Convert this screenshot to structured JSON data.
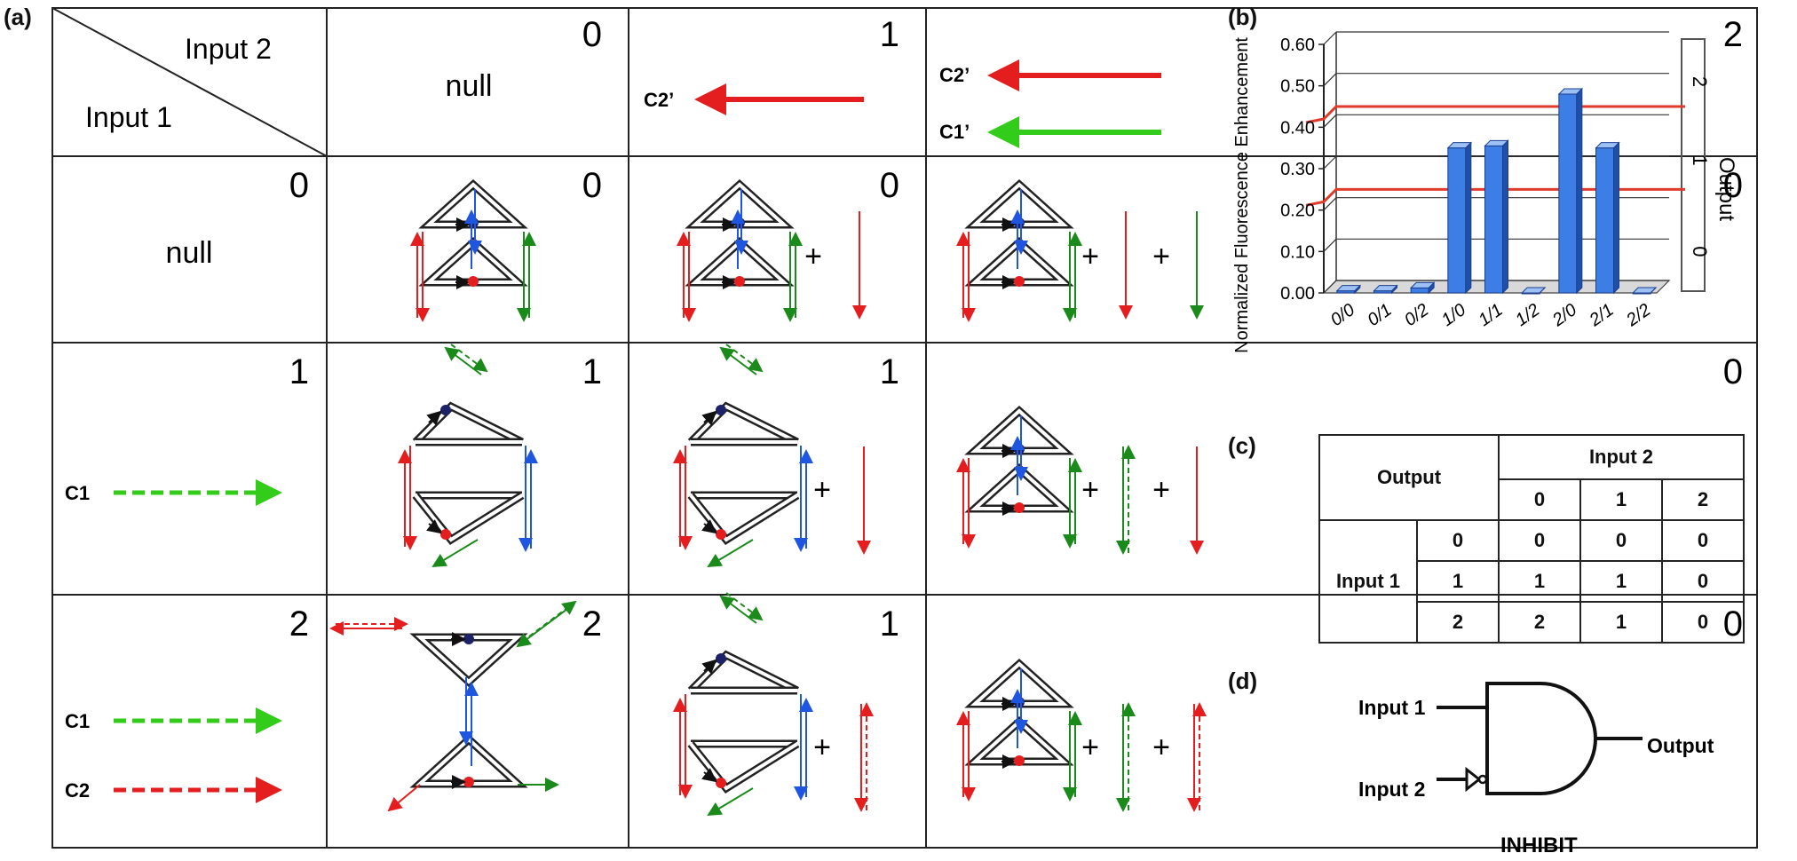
{
  "panel_a": {
    "label": "(a)",
    "header": {
      "input2": "Input 2",
      "input1": "Input 1"
    },
    "col_headers": [
      {
        "num": "0",
        "text": "null"
      },
      {
        "num": "1",
        "strand": "C2’"
      },
      {
        "num": "2",
        "strands": [
          "C2’",
          "C1’"
        ]
      }
    ],
    "row_headers": [
      {
        "num": "0",
        "text": "null"
      },
      {
        "num": "1",
        "strands": [
          "C1"
        ]
      },
      {
        "num": "2",
        "strands": [
          "C1",
          "C2"
        ]
      }
    ],
    "cells": [
      [
        "0",
        "0",
        "0"
      ],
      [
        "1",
        "1",
        "0"
      ],
      [
        "2",
        "1",
        "0"
      ]
    ],
    "plus": "+",
    "colors": {
      "red": "#e41e1e",
      "green": "#33cc1a",
      "blue": "#1f56e0",
      "dark_green": "#1a8a1a",
      "navy": "#1c2266"
    }
  },
  "panel_b": {
    "label": "(b)",
    "ylabel": "Normalized Fluorescence Enhancement",
    "ylabel_right": "Output",
    "chart_data": {
      "type": "bar",
      "categories": [
        "0/0",
        "0/1",
        "0/2",
        "1/0",
        "1/1",
        "1/2",
        "2/0",
        "2/1",
        "2/2"
      ],
      "values": [
        0.005,
        0.005,
        0.012,
        0.35,
        0.355,
        0.0,
        0.48,
        0.35,
        0.0
      ],
      "ylabel": "Normalized Fluorescence Enhancement",
      "ylim": [
        0,
        0.6
      ],
      "yticks": [
        "0.00",
        "0.10",
        "0.20",
        "0.30",
        "0.40",
        "0.50",
        "0.60"
      ],
      "right_axis": {
        "label": "Output",
        "levels": [
          "0",
          "1",
          "2"
        ]
      },
      "thresholds": [
        0.22,
        0.42
      ],
      "bar_color": "#3d7de6",
      "threshold_color": "#e03a2a"
    }
  },
  "panel_c": {
    "label": "(c)",
    "output": "Output",
    "input2": "Input 2",
    "input1": "Input 1",
    "col_values": [
      "0",
      "1",
      "2"
    ],
    "rows": [
      {
        "in1": "0",
        "out": [
          "0",
          "0",
          "0"
        ]
      },
      {
        "in1": "1",
        "out": [
          "1",
          "1",
          "0"
        ]
      },
      {
        "in1": "2",
        "out": [
          "2",
          "1",
          "0"
        ]
      }
    ]
  },
  "panel_d": {
    "label": "(d)",
    "input1": "Input 1",
    "input2": "Input 2",
    "output": "Output",
    "gate": "INHIBIT"
  }
}
